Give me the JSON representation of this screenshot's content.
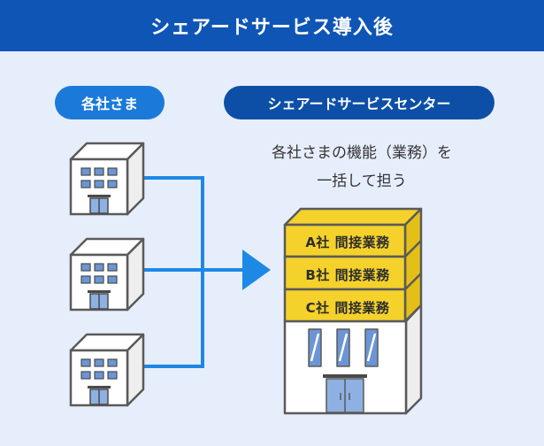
{
  "header": {
    "title": "シェアードサービス導入後"
  },
  "pills": {
    "companies": "各社さま",
    "center": "シェアードサービスセンター"
  },
  "center_description": {
    "line1": "各社さまの機能（業務）を",
    "line2": "一括して担う"
  },
  "service_stack": [
    {
      "label": "A社 間接業務"
    },
    {
      "label": "B社 間接業務"
    },
    {
      "label": "C社 間接業務"
    }
  ],
  "colors": {
    "header_bg": "#0e55b5",
    "background": "#e7eefb",
    "pill_companies": "#1b7ad9",
    "pill_center": "#0d4fa6",
    "connector_blue": "#1e88e5",
    "stack_yellow": "#f5d22b",
    "window_blue": "#6b95d6",
    "outline": "#5a5a5a"
  }
}
